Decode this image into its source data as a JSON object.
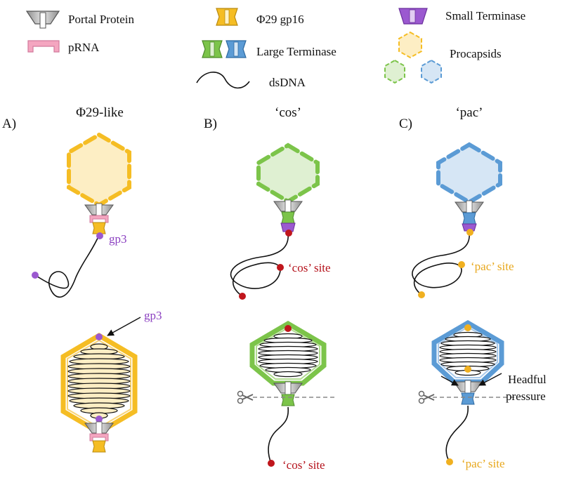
{
  "legend": {
    "portal_protein": "Portal Protein",
    "prna": "pRNA",
    "phi29_gp16": "Φ29 gp16",
    "large_terminase": "Large Terminase",
    "dsdna": "dsDNA",
    "small_terminase": "Small Terminase",
    "procapsids": "Procapsids"
  },
  "panels": {
    "a": {
      "letter": "A)",
      "title": "Φ29-like",
      "gp3_top": "gp3",
      "gp3_bottom": "gp3"
    },
    "b": {
      "letter": "B)",
      "title": "‘cos’",
      "site_top": "‘cos’ site",
      "site_bottom": "‘cos’ site"
    },
    "c": {
      "letter": "C)",
      "title": "‘pac’",
      "site_top": "‘pac’ site",
      "site_bottom": "‘pac’ site",
      "headful_1": "Headful",
      "headful_2": "pressure"
    }
  },
  "colors": {
    "yellow": "#f5bd24",
    "yellow_fill": "#fdeec4",
    "green": "#7cc44a",
    "green_fill": "#dff0d2",
    "green_dark": "#5e9e3e",
    "blue": "#5b9bd5",
    "blue_fill": "#d6e6f5",
    "pink": "#f4a6c0",
    "purple": "#9b59d0",
    "red": "#c0161c",
    "orange_dot": "#f0b020",
    "portal_gray": "#9a9a9a",
    "text_yellow": "#f2b01e",
    "text_green": "#6cb844",
    "text_blue": "#5b9bd5",
    "text_purple": "#8a3ec0",
    "text_red": "#b5121b",
    "text_orange": "#e8a81e"
  },
  "icons": [
    "portal-protein-icon",
    "prna-icon",
    "gp16-icon",
    "large-terminase-icon",
    "dsdna-icon",
    "small-terminase-icon",
    "procapsid-icon",
    "scissors-icon",
    "arrow-icon"
  ]
}
